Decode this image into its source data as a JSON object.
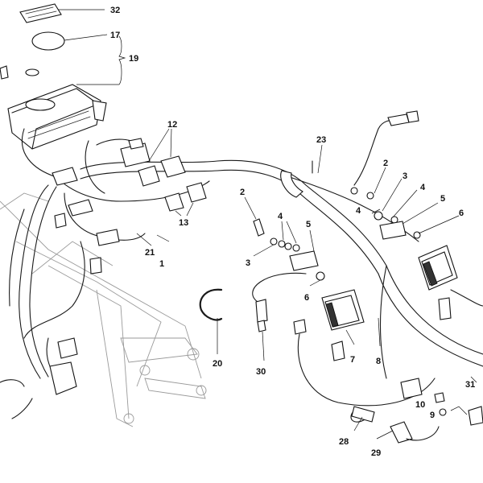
{
  "callouts": {
    "c1": "1",
    "c2a": "2",
    "c2b": "2",
    "c3a": "3",
    "c3b": "3",
    "c4a": "4",
    "c4b": "4",
    "c4c": "4",
    "c5a": "5",
    "c5b": "5",
    "c6a": "6",
    "c6b": "6",
    "c7": "7",
    "c8": "8",
    "c9": "9",
    "c10": "10",
    "c12": "12",
    "c13": "13",
    "c17": "17",
    "c19": "19",
    "c20": "20",
    "c21": "21",
    "c23": "23",
    "c28": "28",
    "c29": "29",
    "c30": "30",
    "c31": "31",
    "c32": "32"
  }
}
